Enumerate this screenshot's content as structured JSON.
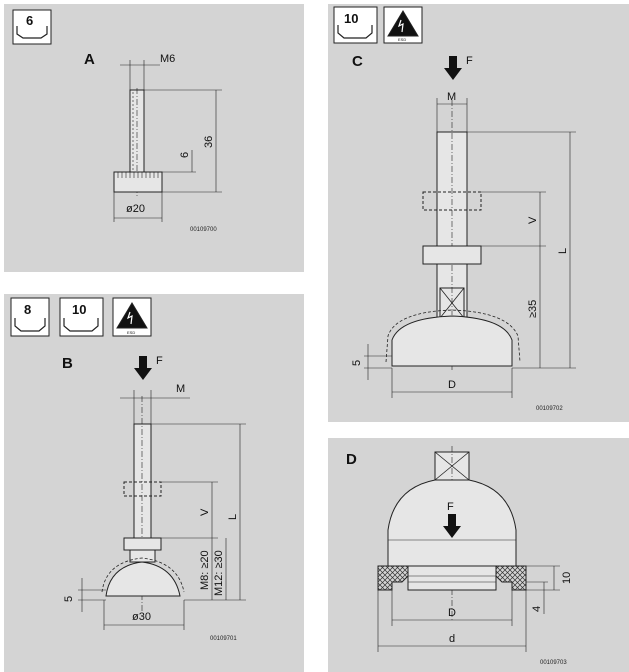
{
  "panels": {
    "a": {
      "letter": "A",
      "badge": "6",
      "m_label": "M6",
      "height_36": "36",
      "height_6": "6",
      "dia": "ø20",
      "code": "00109700"
    },
    "b": {
      "letter": "B",
      "badges": [
        "8",
        "10"
      ],
      "force": "F",
      "m_label": "M",
      "v_label": "V",
      "l_label": "L",
      "m8": "M8: ≥20",
      "m12": "M12: ≥30",
      "five": "5",
      "dia": "ø30",
      "esd": "ESD",
      "code": "00109701"
    },
    "c": {
      "letter": "C",
      "badge": "10",
      "force": "F",
      "m_label": "M",
      "v_label": "V",
      "l_label": "L",
      "ge35": "≥35",
      "five": "5",
      "d_label": "D",
      "esd": "ESD",
      "code": "00109702"
    },
    "d": {
      "letter": "D",
      "force": "F",
      "ten": "10",
      "four": "4",
      "d_upper": "D",
      "d_lower": "d",
      "code": "00109703"
    }
  }
}
